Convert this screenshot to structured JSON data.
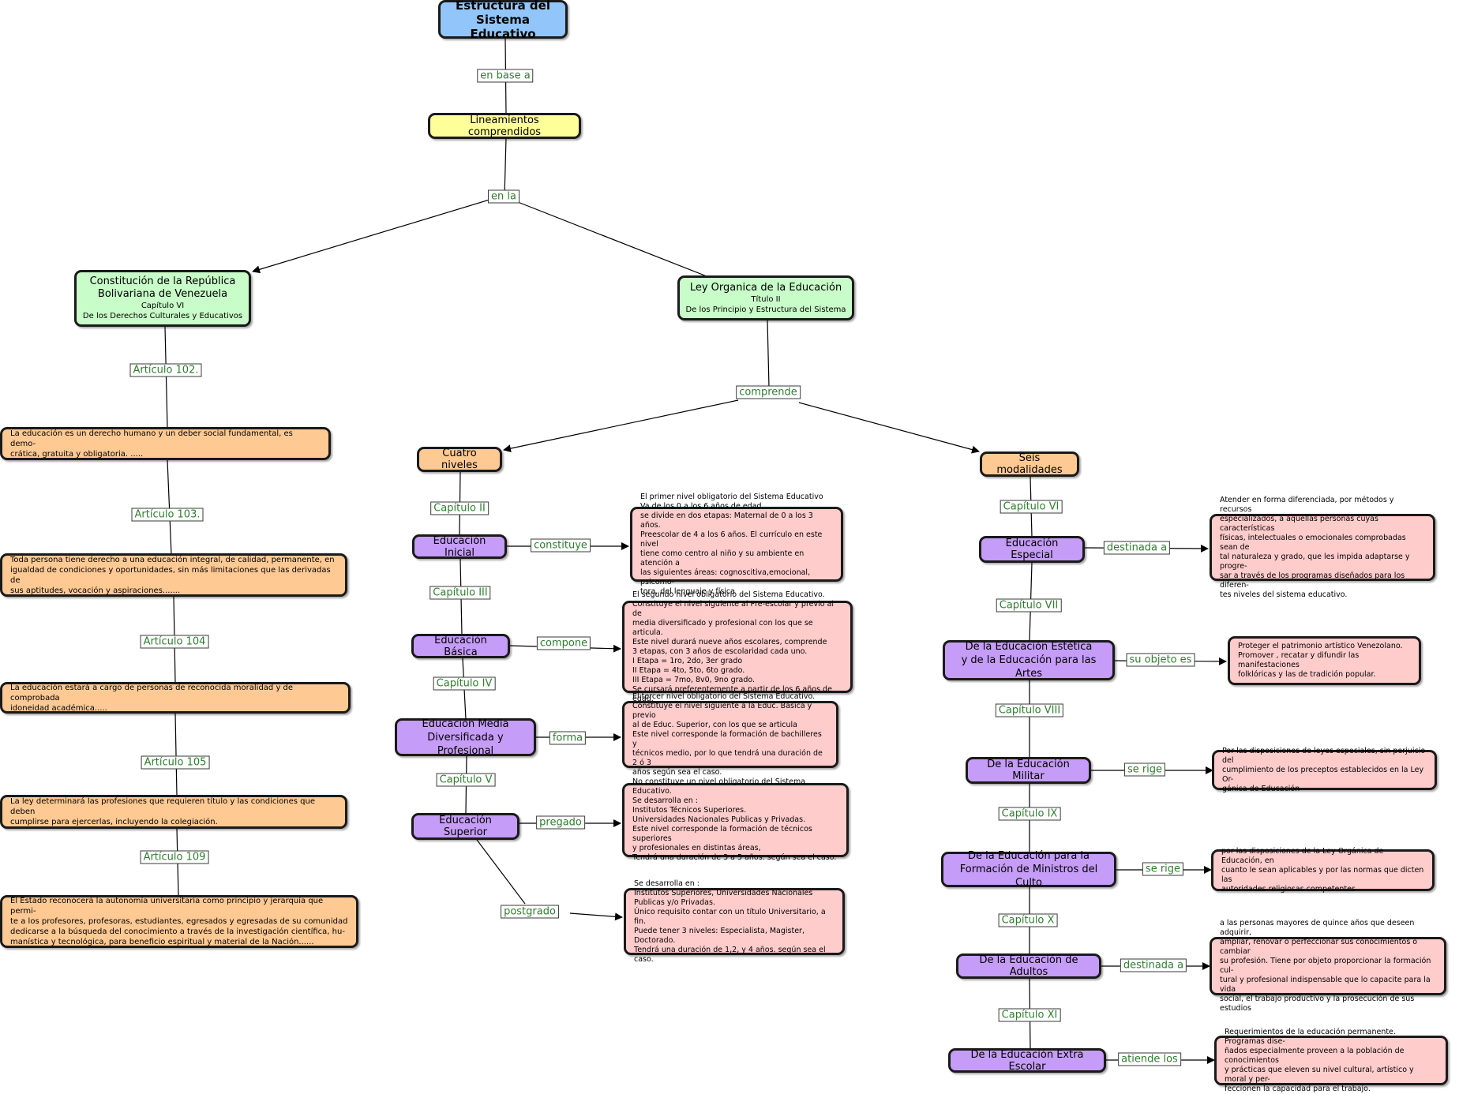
{
  "colors": {
    "title_box": "#92c5f9",
    "guidelines_box": "#ffff99",
    "document_box": "#c8fcc8",
    "article_box": "#ffc993",
    "level_box": "#c59cf7",
    "description_box": "#ffcccc",
    "link_label_text": "#2f7d2f"
  },
  "nodes": {
    "title": "Estructura del\nSistema Educativo",
    "lineamientos": "Lineamientos comprendidos",
    "constitucion": {
      "main": "Constitución de la República\nBolivariana de Venezuela",
      "sub": "Capítulo VI\nDe los Derechos Culturales y Educativos"
    },
    "ley": {
      "main": "Ley Organica de la Educación",
      "sub": "Título II\nDe los Principio y Estructura del Sistema"
    },
    "art102_text": "La educación es un derecho humano y un deber social fundamental, es demo-\ncrática, gratuita y obligatoria. .....",
    "art103_text": "Toda persona tiene derecho a una educación integral, de calidad, permanente, en\nigualdad de condiciones y oportunidades, sin más limitaciones que las derivadas de\nsus aptitudes, vocación y aspiraciones.......",
    "art104_text": "La educación estará a cargo de personas de reconocida moralidad y de comprobada\nidoneidad académica.....",
    "art105_text": "La ley determinará las profesiones que requieren título y las condiciones que deben\ncumplirse para ejercerlas, incluyendo la colegiación.",
    "art109_text": "El Estado reconocerá la autonomía universitaria como principio y jerarquía que permi-\nte a los profesores, profesoras, estudiantes, egresados y egresadas de su comunidad\ndedicarse a la búsqueda del conocimiento a través de la investigación científica, hu-\nmanística y tecnológica, para beneficio espiritual y material de la Nación......",
    "cuatro_niveles": "Cuatro niveles",
    "seis_modalidades": "Seis modalidades",
    "ed_inicial": "Educación Inicial",
    "ed_basica": "Educación Básica",
    "ed_media": "Educación Media\nDiversificada y Profesional",
    "ed_superior": "Educación Superior",
    "desc_inicial": "El primer nivel obligatorio del Sistema Educativo\nVa de los 0 a los 6 años de edad.\nse divide en dos etapas: Maternal de 0 a los 3 años.\nPreescolar de 4 a los 6 años. El currículo en este nivel\ntiene como centro al niño y su ambiente en atención a\nlas siguientes áreas: cognoscitiva,emocional, psicomo-\ntora, del lenguaje y física",
    "desc_basica": "El segundo nivel obligatorio del Sistema Educativo.\nConstituye el nivel siguiente al Pre-escolar y previo al de\nmedia diversificado y profesional con los que se articula.\nEste nivel durará nueve años escolares, comprende\n3 etapas, con 3 años de escolaridad cada uno.\nI Etapa = 1ro, 2do, 3er grado\nII Etapa = 4to, 5to, 6to grado.\nIII Etapa = 7mo, 8v0, 9no grado.\nSe cursará preferentemente a partir de los 6 años de edad.",
    "desc_media": "El tercer nivel obligatorio del Sistema Educativo.\nConstituye el nivel siguiente a la Educ. Básica y previo\nal de Educ. Superior, con los que se articula\nEste nivel corresponde la formación de bachilleres y\ntécnicos medio, por lo que tendrá una duración de 2 ó 3\naños según sea el caso.",
    "desc_superior": "No constituye un nivel obligatorio del Sistema Educativo.\nSe desarrolla en :\nInstitutos Técnicos Superiores.\nUniversidades Nacionales Publicas y Privadas.\nEste nivel corresponde la formación de técnicos superiores\ny profesionales en distintas áreas,\nTendrá una duración de 3 a 5 años. según sea el caso.",
    "desc_postgrado": "Se desarrolla en :\nInstitutos Superiores, Universidades Nacionales\nPublicas y/o Privadas.\nÚnico requisito contar con un título Universitario, a fin.\nPuede tener 3 niveles: Especialista, Magister, Doctorado.\nTendrá una duración de 1,2, y 4 años. según sea el caso.",
    "ed_especial": "Educación Especial",
    "ed_estetica": "De la Educación Estética\ny de la Educación para las Artes",
    "ed_militar": "De la Educación Militar",
    "ed_culto": "De la Educación para la\nFormación de Ministros del Culto",
    "ed_adultos": "De la Educación de Adultos",
    "ed_extra": "De la Educación Extra Escolar",
    "desc_especial": "Atender en forma diferenciada, por métodos y recursos\nespecializados, a aquellas personas cuyas características\nfísicas, intelectuales o emocionales comprobadas sean de\ntal naturaleza y grado, que les impida adaptarse y progre-\nsar a través de los programas diseñados para los diferen-\ntes niveles del sistema educativo.",
    "desc_estetica": "Proteger el patrimonio artístico Venezolano.\nPromover , recatar y difundir las manifestaciones\nfolklóricas y las de tradición popular.",
    "desc_militar": "Por las disposiciones de leyes especiales, sin perjuicio del\ncumplimiento de los preceptos establecidos en la Ley Or-\ngánica de Educación",
    "desc_culto": "por las disposiciones de la Ley Orgánica de Educación, en\ncuanto le sean aplicables y por las normas que dicten las\nautoridades religiosas competentes",
    "desc_adultos": "a las personas mayores de quince años que deseen adquirir,\nampliar, renovar o perfeccionar sus conocimientos o cambiar\nsu profesión.  Tiene por objeto proporcionar la formación cul-\ntural y profesional indispensable que lo capacite para la vida\nsocial, el trabajo productivo y la prosecución de sus estudios",
    "desc_extra": "Requerimientos de la educación permanente. Programas dise-\nñados especialmente proveen a la población de conocimientos\ny prácticas que eleven su nivel cultural, artístico y moral y per-\nfeccionen la capacidad para el trabajo."
  },
  "links": {
    "en_base_a": "en base a",
    "en_la": "en la",
    "art102": "Artículo 102.",
    "art103": "Artículo 103.",
    "art104": "Artículo 104",
    "art105": "Artículo 105",
    "art109": "Artículo 109",
    "comprende": "comprende",
    "cap2": "Capítulo II",
    "cap3": "Capítulo III",
    "cap4": "Capítulo IV",
    "cap5": "Capítulo V",
    "constituye": "constituye",
    "compone": "compone",
    "forma": "forma",
    "pregado": "pregado",
    "postgrado": "postgrado",
    "cap6": "Capítulo VI",
    "cap7": "Capítulo VII",
    "cap8": "Capítulo VIII",
    "cap9": "Capítulo IX",
    "cap10": "Capítulo X",
    "cap11": "Capítulo XI",
    "destinada_a_1": "destinada a",
    "su_objeto_es": "su objeto es",
    "se_rige_1": "se rige",
    "se_rige_2": "se rige",
    "destinada_a_2": "destinada a",
    "atiende_los": "atiende los"
  }
}
